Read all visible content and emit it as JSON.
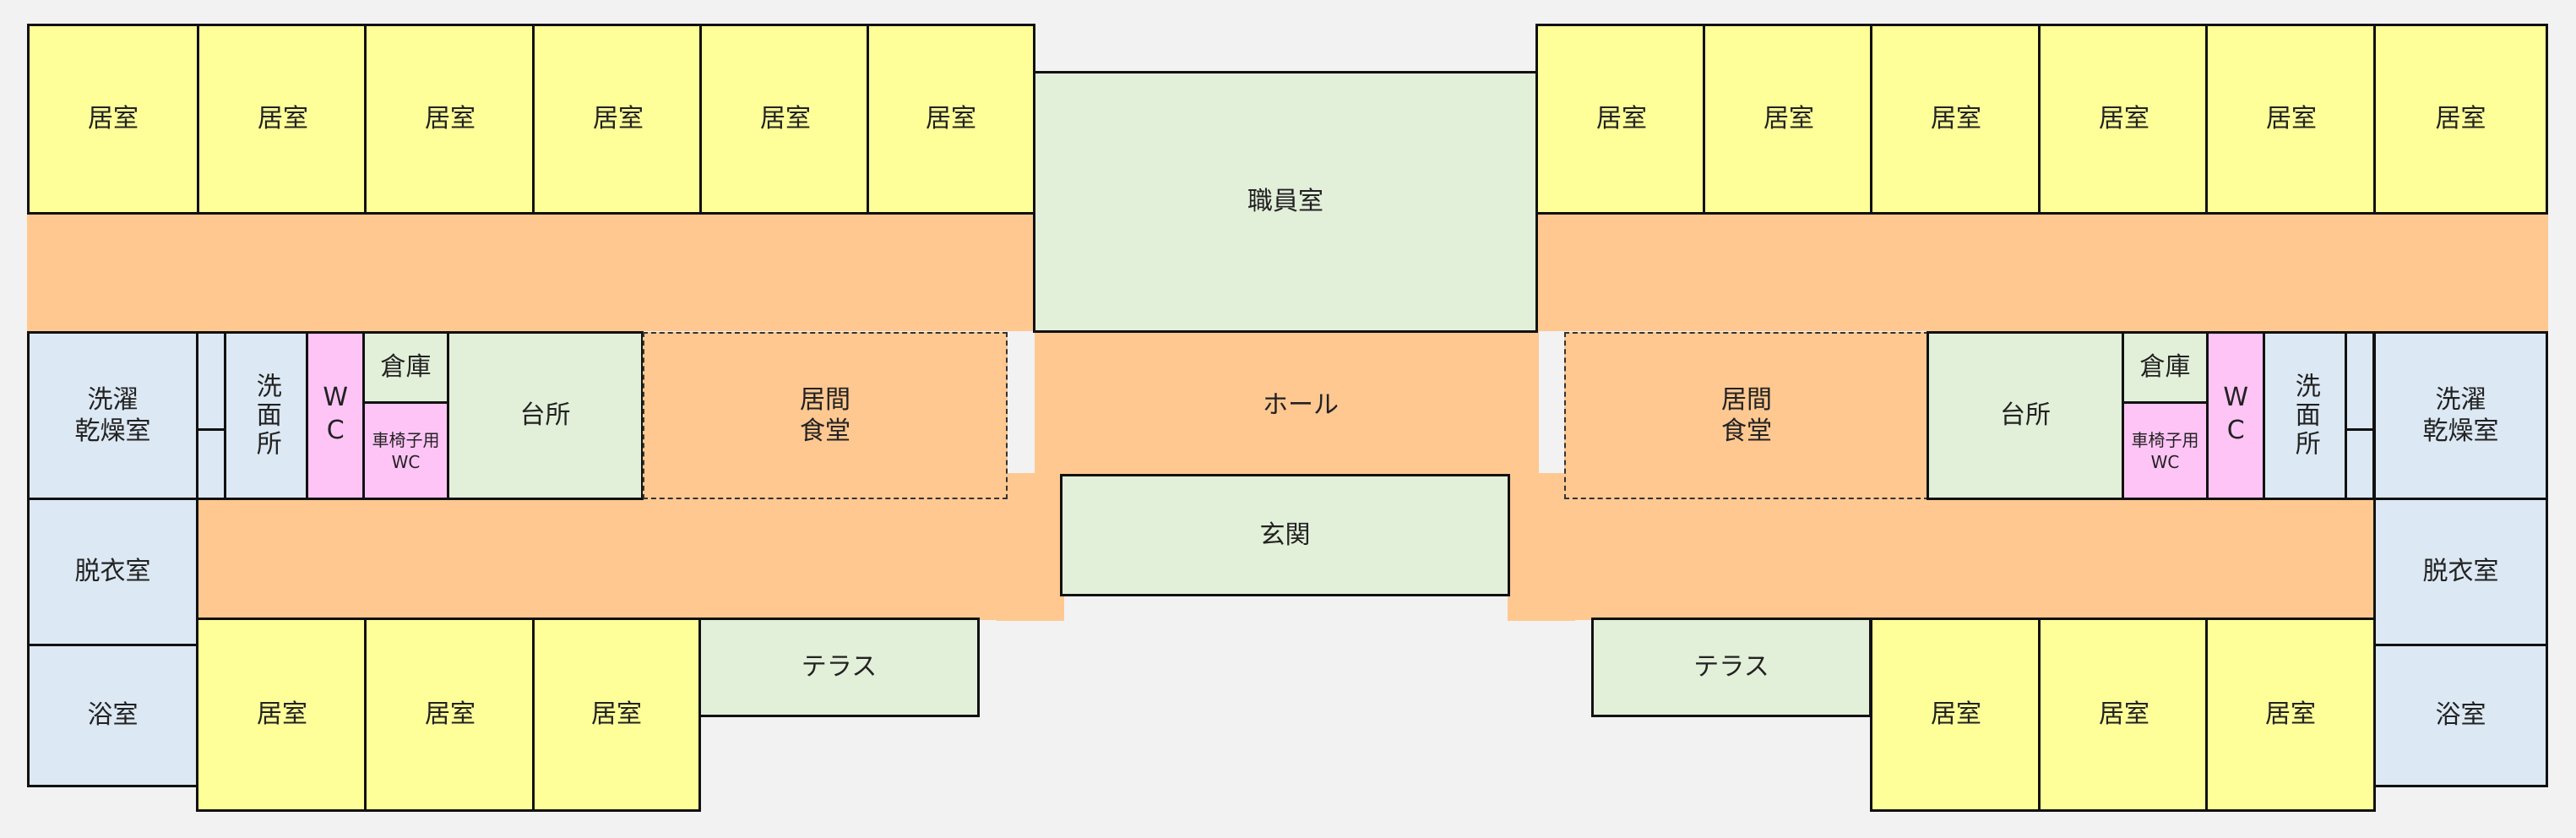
{
  "labels": {
    "room": "居室",
    "staff_room": "職員室",
    "hall": "ホール",
    "entrance": "玄関",
    "living_dining": "居間\n食堂",
    "kitchen": "台所",
    "storage": "倉庫",
    "accessible_wc": "車椅子用\nWC",
    "wc": "WC",
    "washroom": "洗面所",
    "laundry_dry_room": "洗濯\n乾燥室",
    "dressing_room": "脱衣室",
    "bathroom": "浴室",
    "terrace": "テラス"
  },
  "colors": {
    "bedroom": "#ffff99",
    "corridor": "#ffc891",
    "common": "#e2efd9",
    "sanitary": "#dce8f3",
    "toilet": "#ffc4f6",
    "outline": "#111111",
    "background": "#f2f2f2"
  }
}
